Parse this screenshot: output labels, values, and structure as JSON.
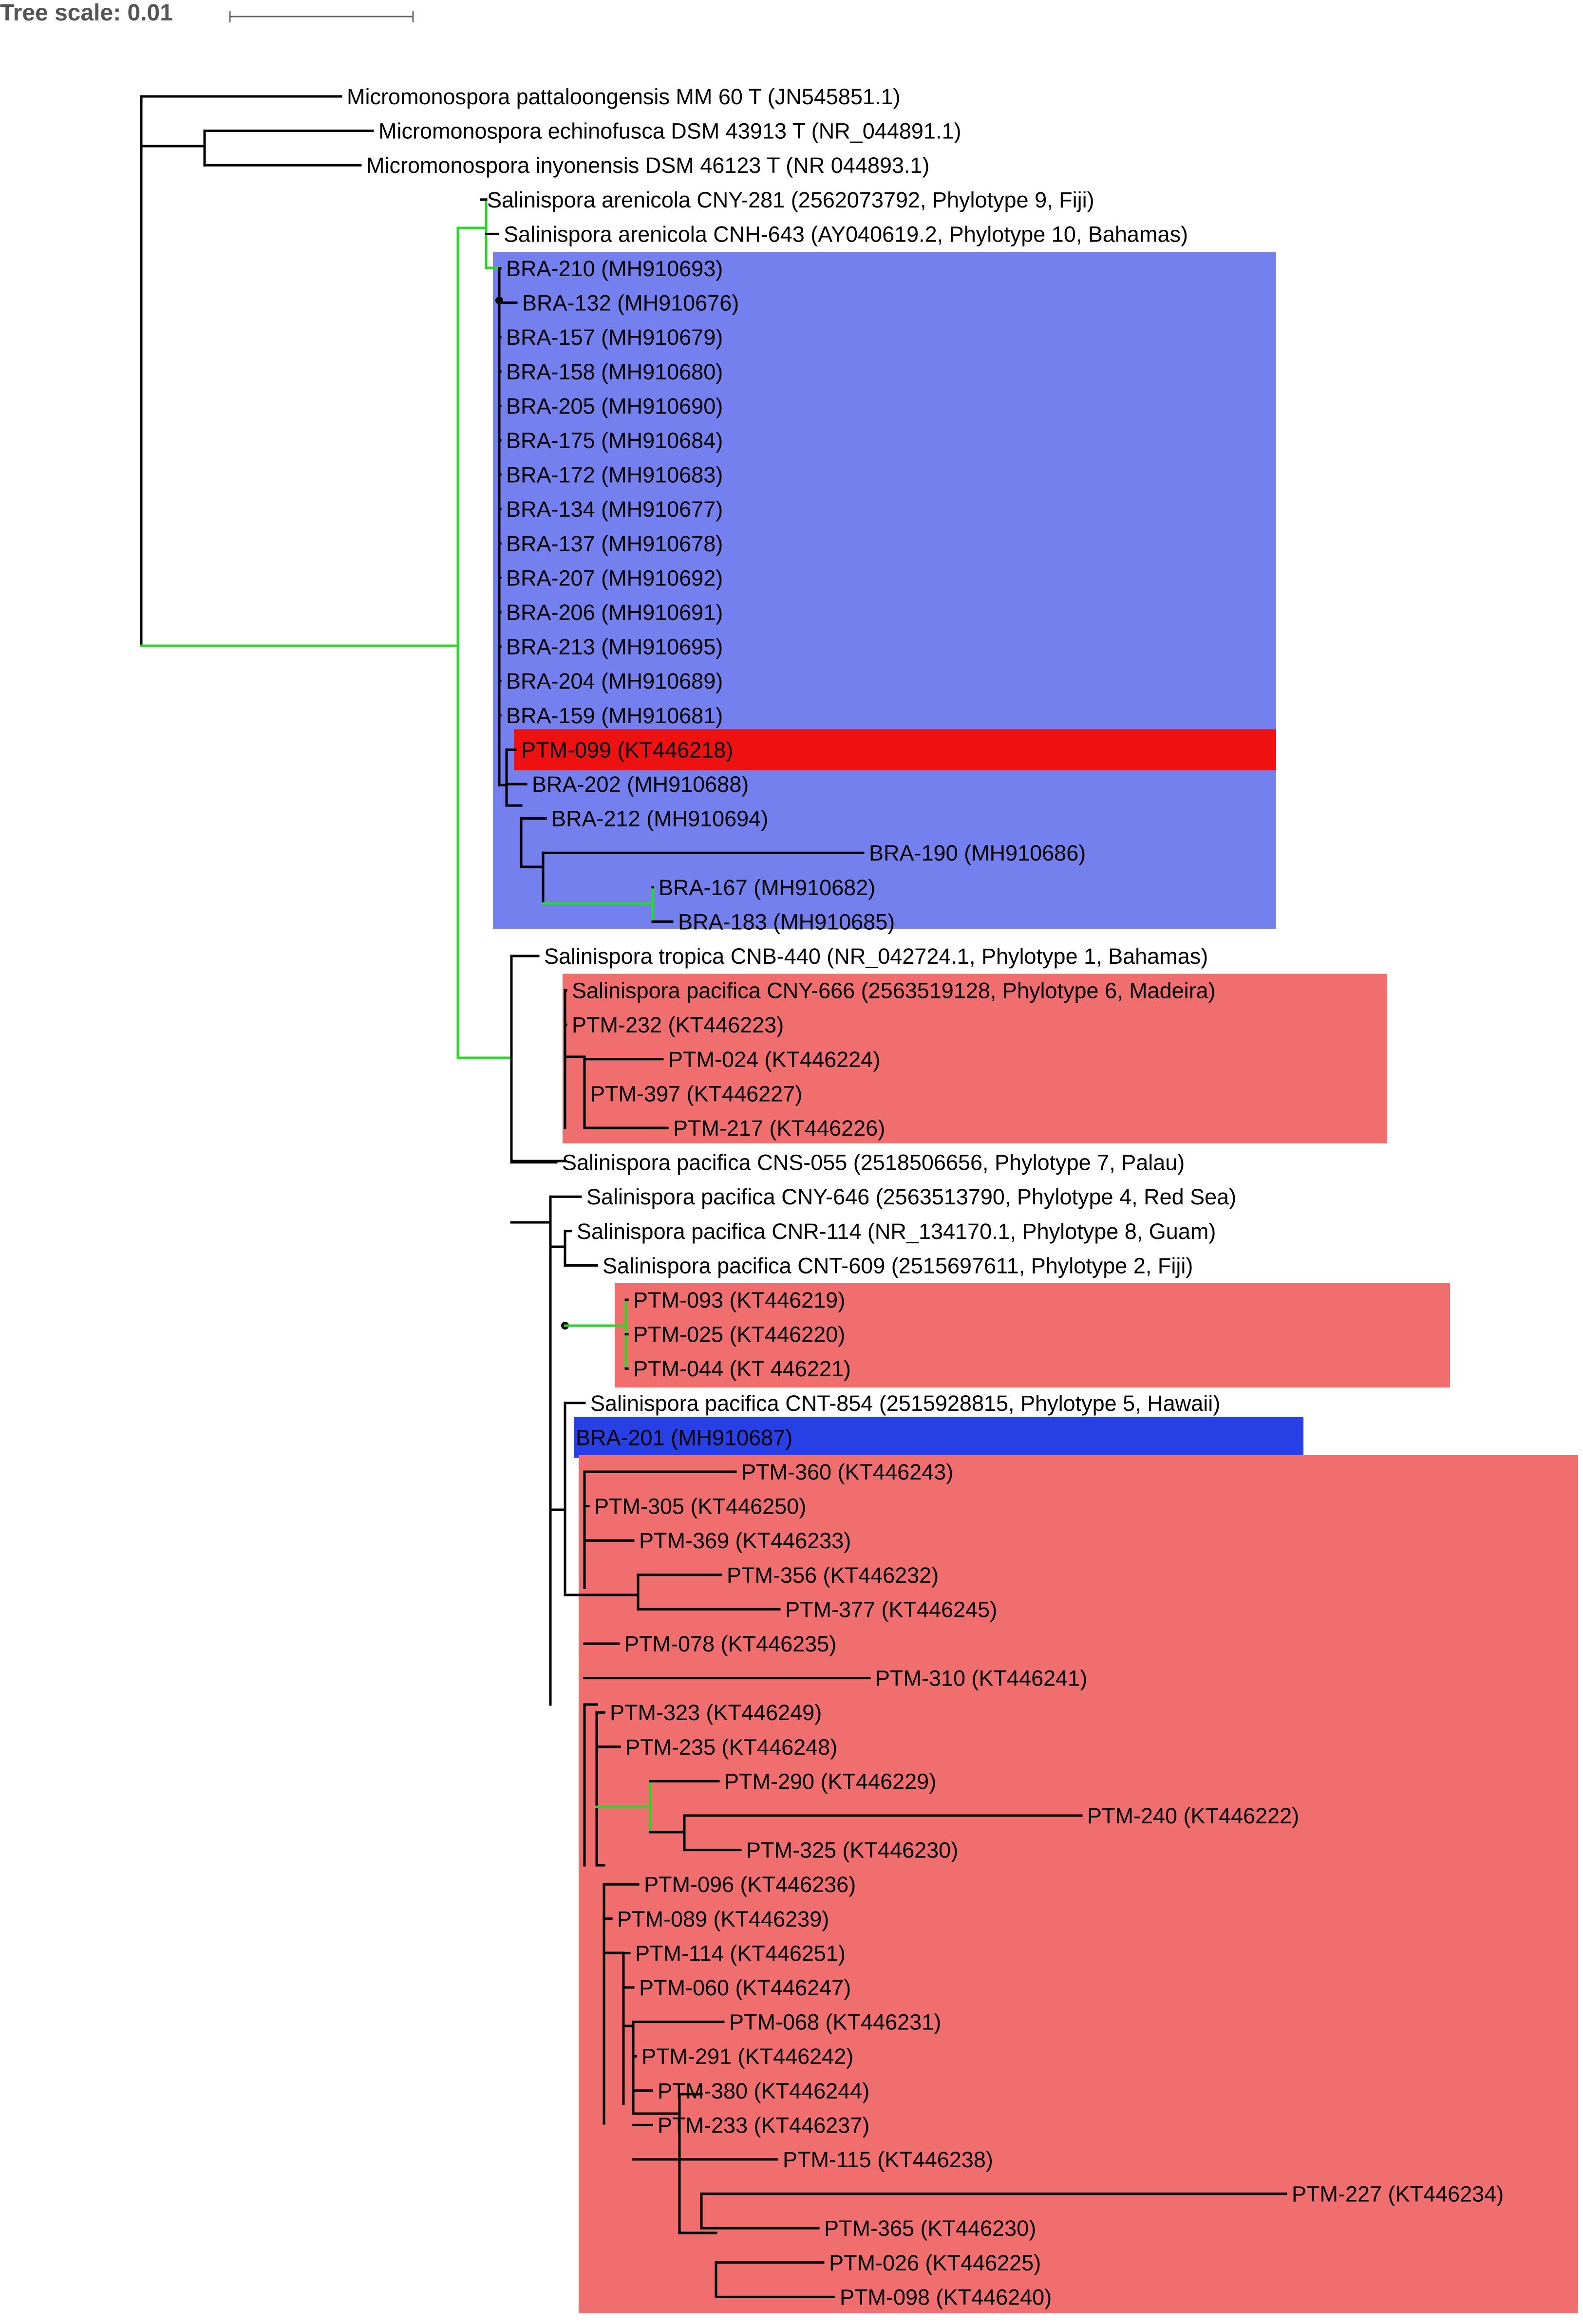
{
  "scale": {
    "label": "Tree scale: 0.01"
  },
  "colors": {
    "branch": "#000000",
    "support_branch": "#22dd22",
    "clade_blue": "#7480ee",
    "clade_blue_dark": "#2640e6",
    "clade_red": "#f06e6e",
    "clade_red_strong": "#ee1111"
  },
  "leaves": [
    "Micromonospora pattaloongensis MM 60 T  (JN545851.1)",
    "Micromonospora echinofusca DSM 43913 T  (NR_044891.1)",
    "Micromonospora inyonensis DSM 46123 T  (NR 044893.1)",
    "Salinispora arenicola CNY-281 (2562073792, Phylotype 9, Fiji)",
    "Salinispora arenicola CNH-643 (AY040619.2, Phylotype 10, Bahamas)",
    "BRA-210 (MH910693)",
    "BRA-132 (MH910676)",
    "BRA-157 (MH910679)",
    "BRA-158 (MH910680)",
    "BRA-205 (MH910690)",
    "BRA-175 (MH910684)",
    "BRA-172 (MH910683)",
    "BRA-134 (MH910677)",
    "BRA-137 (MH910678)",
    "BRA-207 (MH910692)",
    "BRA-206 (MH910691)",
    "BRA-213 (MH910695)",
    "BRA-204 (MH910689)",
    "BRA-159 (MH910681)",
    "PTM-099 (KT446218)",
    "BRA-202 (MH910688)",
    "BRA-212 (MH910694)",
    "BRA-190 (MH910686)",
    "BRA-167 (MH910682)",
    "BRA-183 (MH910685)",
    "Salinispora tropica CNB-440  (NR_042724.1, Phylotype 1, Bahamas)",
    "Salinispora pacifica CNY-666 (2563519128, Phylotype 6, Madeira)",
    "PTM-232 (KT446223)",
    "PTM-024 (KT446224)",
    "PTM-397 (KT446227)",
    "PTM-217 (KT446226)",
    "Salinispora pacifica CNS-055 (2518506656, Phylotype 7, Palau)",
    "Salinispora pacifica CNY-646 (2563513790, Phylotype 4, Red Sea)",
    "Salinispora pacifica CNR-114 (NR_134170.1, Phylotype 8, Guam)",
    "Salinispora pacifica CNT-609 (2515697611, Phylotype 2, Fiji)",
    "PTM-093 (KT446219)",
    "PTM-025 (KT446220)",
    "PTM-044 (KT 446221)",
    "Salinispora pacifica CNT-854 (2515928815, Phylotype 5, Hawaii)",
    "BRA-201 (MH910687)",
    "PTM-360 (KT446243)",
    "PTM-305 (KT446250)",
    "PTM-369 (KT446233)",
    "PTM-356 (KT446232)",
    "PTM-377 (KT446245)",
    "PTM-078 (KT446235)",
    "PTM-310 (KT446241)",
    "PTM-323 (KT446249)",
    "PTM-235 (KT446248)",
    "PTM-290 (KT446229)",
    "PTM-240 (KT446222)",
    "PTM-325 (KT446230)",
    "PTM-096 (KT446236)",
    "PTM-089 (KT446239)",
    "PTM-114 (KT446251)",
    "PTM-060 (KT446247)",
    "PTM-068 (KT446231)",
    "PTM-291 (KT446242)",
    "PTM-380 (KT446244)",
    "PTM-233 (KT446237)",
    "PTM-115 (KT446238)",
    "PTM-227 (KT446234)",
    "PTM-365 (KT446230)",
    "PTM-026 (KT446225)",
    "PTM-098 (KT446240)"
  ]
}
